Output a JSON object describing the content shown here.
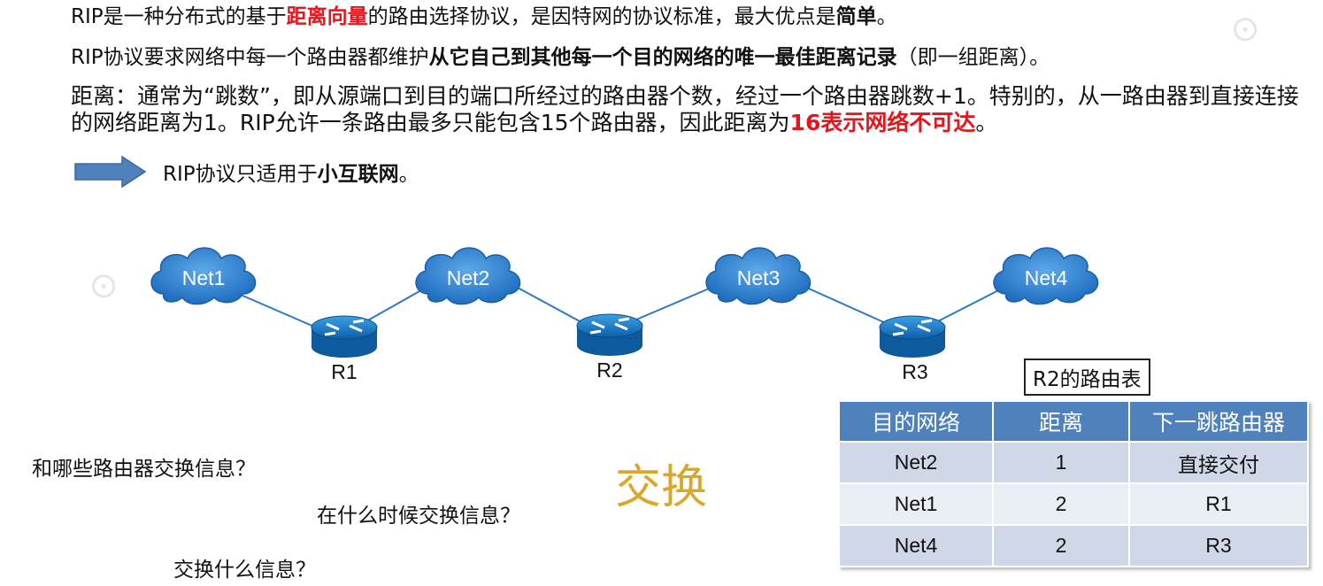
{
  "text": {
    "line1": {
      "a": "RIP是一种分布式的基于",
      "b": "距离向量",
      "c": "的路由选择协议，是因特网的协议标准，最大优点是",
      "d": "简单",
      "e": "。"
    },
    "line2": {
      "a": "RIP协议要求网络中每一个路由器都维护",
      "b": "从它自己到其他每一个目的网络的唯一最佳距离记录",
      "c": "（即一组距离）。"
    },
    "line3": {
      "a": "距离：通常为“跳数”，即从源端口到目的端口所经过的路由器个数，经过一个路由器跳数+1。特别的，从一路由器到直接连接的网络距离为1。RIP允许一条路由最多只能包含15个路由器，因此距离为",
      "b": "16表示网络不可达",
      "c": "。"
    },
    "line4": {
      "a": "RIP协议只适用于",
      "b": "小互联网",
      "c": "。"
    }
  },
  "network": {
    "nets": [
      "Net1",
      "Net2",
      "Net3",
      "Net4"
    ],
    "routers": [
      "R1",
      "R2",
      "R3"
    ]
  },
  "questions": {
    "q1": "和哪些路由器交换信息？",
    "q2": "在什么时候交换信息？",
    "q3": "交换什么信息？"
  },
  "exchange_label": "交换",
  "routing_table": {
    "title": "R2的路由表",
    "headers": [
      "目的网络",
      "距离",
      "下一跳路由器"
    ],
    "rows": [
      [
        "Net2",
        "1",
        "直接交付"
      ],
      [
        "Net1",
        "2",
        "R1"
      ],
      [
        "Net4",
        "2",
        "R3"
      ]
    ]
  },
  "colors": {
    "red_emphasis": "#e8141b",
    "cloud": "#2e7fd0",
    "router": "#1f7cc7",
    "table_header": "#4f81bd",
    "exchange": "#d9a72a"
  }
}
